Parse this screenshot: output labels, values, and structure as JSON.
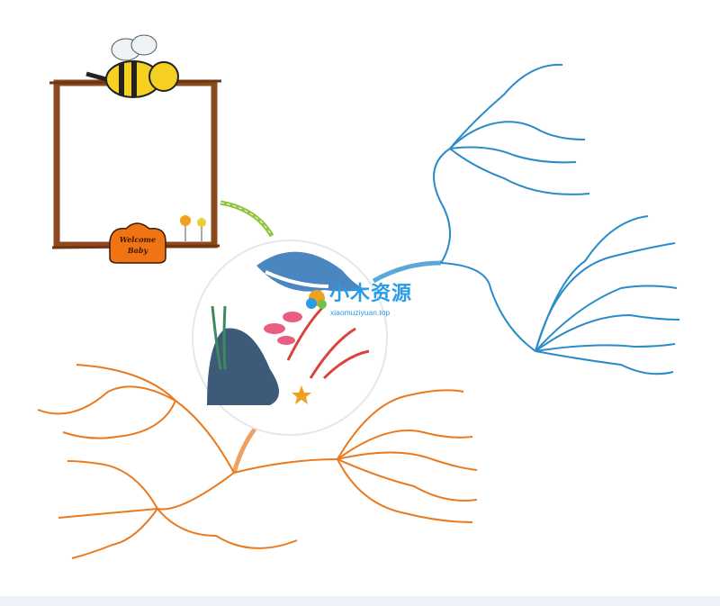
{
  "center_logo": {
    "title": "小木资源",
    "url": "xiaomuziyuan.top"
  },
  "frame": {
    "label_line1": "Welcome",
    "label_line2": "Baby"
  },
  "colors": {
    "blue_branch": "#2a8bc9",
    "orange_branch": "#ea7a1e",
    "green_connector": "#8fc43a",
    "frame_wood": "#8a4a1c",
    "badge": "#f07314"
  }
}
